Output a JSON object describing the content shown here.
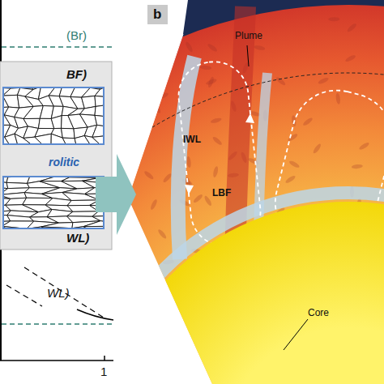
{
  "diagram": {
    "nodes": [
      {
        "text": [
          "b"
        ]
      }
    ],
    "labels": [
      "(Br)",
      "BF)",
      "rolitic",
      "WL)",
      "WL)",
      "1",
      "Plume",
      "IWL",
      "LBF",
      "Core"
    ]
  }
}
